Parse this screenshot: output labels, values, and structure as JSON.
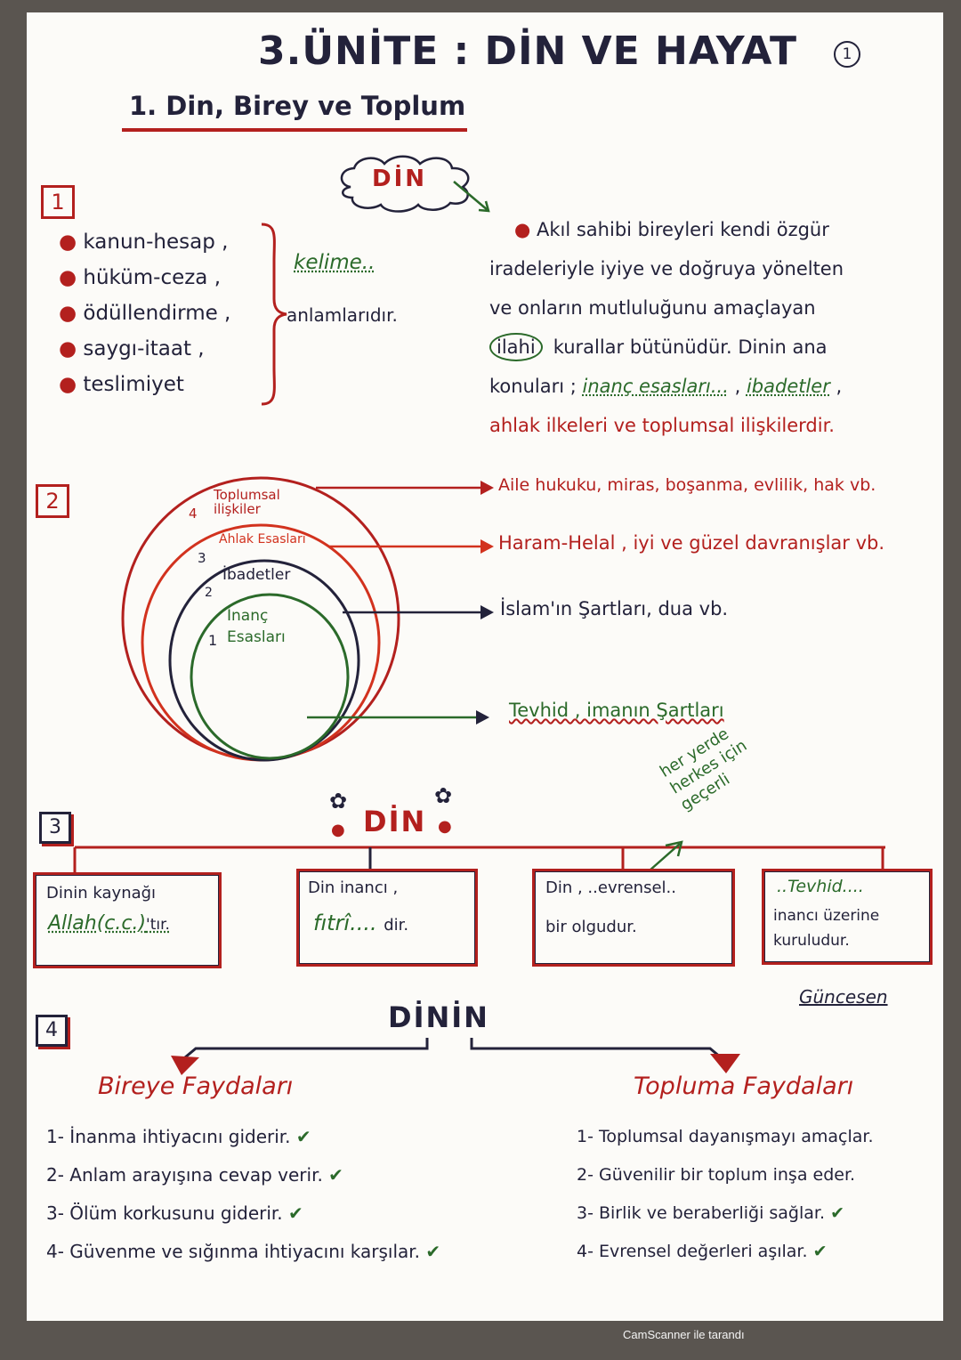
{
  "title": "3.ÜNİTE : DİN VE HAYAT",
  "page_number": "1",
  "subtitle": "1. Din, Birey ve Toplum",
  "s1": {
    "num": "1",
    "cloud": "DİN",
    "bullets": [
      "kanun-hesap ,",
      "hüküm-ceza ,",
      "ödüllendirme ,",
      "saygı-itaat ,",
      "teslimiyet"
    ],
    "brace_word": "kelime..",
    "brace_text": "anlamlarıdır.",
    "def_lines": [
      "Akıl sahibi bireyleri kendi özgür",
      "iradeleriyle iyiye ve doğruya yönelten",
      "ve onların mutluluğunu amaçlayan",
      "kurallar bütünüdür. Dinin ana",
      "konuları ;",
      "ahlak ilkeleri ve toplumsal ilişkilerdir."
    ],
    "ilahi": "ilahi",
    "inanc": "inanç esasları...",
    "ibadetler": "ibadetler"
  },
  "s2": {
    "num": "2",
    "labels": [
      "Toplumsal ilişkiler",
      "Ahlak Esasları",
      "İbadetler",
      "İnanç Esasları"
    ],
    "nums": [
      "4",
      "3",
      "2",
      "1"
    ],
    "arrows": [
      "Aile hukuku, miras, boşanma, evlilik, hak vb.",
      "Haram-Helal , iyi ve güzel davranışlar vb.",
      "İslam'ın Şartları, dua vb.",
      "Tevhid , imanın Şartları"
    ]
  },
  "s3": {
    "num": "3",
    "title": "DİN",
    "note": "her yerde herkes için geçerli",
    "boxes": [
      {
        "line1": "Dinin kaynağı",
        "fill": "Allah(c.c.)",
        "line2": "'tır."
      },
      {
        "line1": "Din inancı ,",
        "fill": "fıtrî....",
        "line2": "dir."
      },
      {
        "line1": "Din , ..evrensel..",
        "line2": "bir olgudur."
      },
      {
        "line1": "..Tevhid....",
        "line2": "inancı üzerine",
        "line3": "kuruludur."
      }
    ]
  },
  "s4": {
    "num": "4",
    "title": "DİNİN",
    "signature": "Güncesen",
    "left_title": "Bireye Faydaları",
    "right_title": "Topluma Faydaları",
    "left": [
      "1- İnanma ihtiyacını giderir.",
      "2- Anlam arayışına cevap verir.",
      "3- Ölüm korkusunu giderir.",
      "4- Güvenme ve sığınma ihtiyacını karşılar."
    ],
    "right": [
      "1- Toplumsal dayanışmayı amaçlar.",
      "2- Güvenilir bir toplum inşa eder.",
      "3- Birlik ve beraberliği sağlar.",
      "4- Evrensel değerleri aşılar."
    ]
  },
  "footer": "CamScanner ile tarandı",
  "colors": {
    "red": "#b3201e",
    "dark": "#23223a",
    "green": "#2b6a2a"
  }
}
